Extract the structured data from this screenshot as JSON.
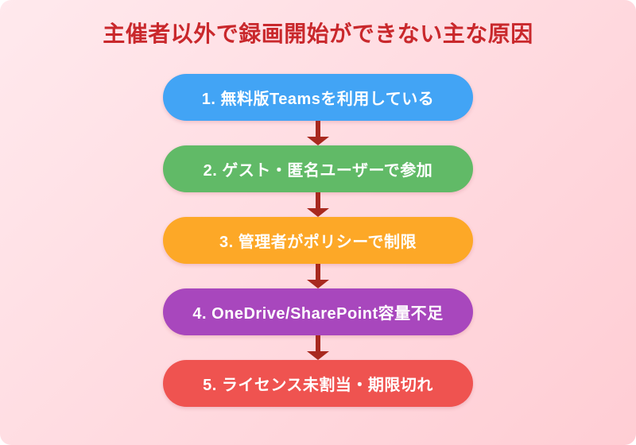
{
  "page": {
    "title": "主催者以外で録画開始ができない主な原因"
  },
  "colors": {
    "title": "#C9282C",
    "card_gradient_start": "#FFE9ED",
    "card_gradient_end": "#FFCDD4",
    "arrow": "#A8291F",
    "step_text": "#FFFFFF"
  },
  "flowchart": {
    "type": "flow",
    "direction": "top-down",
    "steps": [
      {
        "order": 1,
        "label": "1. 無料版Teamsを利用している",
        "color": "#42A4F5"
      },
      {
        "order": 2,
        "label": "2. ゲスト・匿名ユーザーで参加",
        "color": "#61BA67"
      },
      {
        "order": 3,
        "label": "3. 管理者がポリシーで制限",
        "color": "#FDA827"
      },
      {
        "order": 4,
        "label": "4. OneDrive/SharePoint容量不足",
        "color": "#A847BD"
      },
      {
        "order": 5,
        "label": "5. ライセンス未割当・期限切れ",
        "color": "#EF5350"
      }
    ]
  }
}
